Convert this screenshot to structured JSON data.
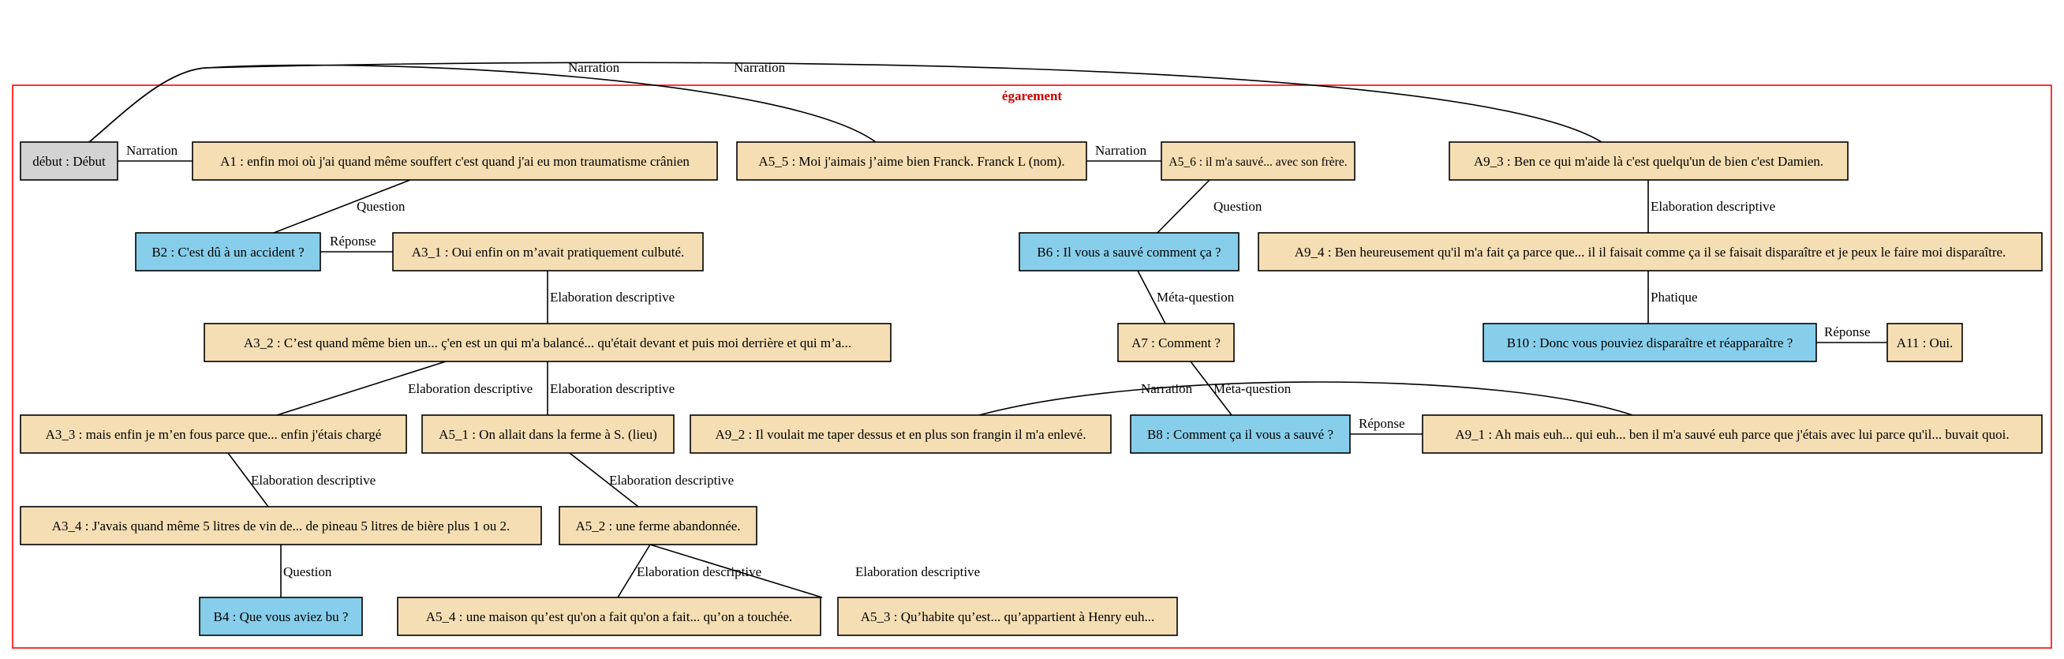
{
  "colors": {
    "speaker_a": "#f5deb3",
    "speaker_b": "#87ceeb",
    "start": "#d3d3d3",
    "cluster": "#ff0000",
    "cluster_label": "#cc0000"
  },
  "cluster": {
    "label": "égarement"
  },
  "nodes": [
    {
      "id": "debut",
      "kind": "start",
      "label": "début : Début"
    },
    {
      "id": "A1",
      "kind": "speaker_a",
      "label": "A1 : enfin moi où j'ai quand même souffert c'est quand j'ai eu mon traumatisme crânien"
    },
    {
      "id": "A5_5",
      "kind": "speaker_a",
      "label": "A5_5 : Moi j'aimais j’aime bien Franck. Franck L (nom)."
    },
    {
      "id": "A5_6",
      "kind": "speaker_a",
      "label": "A5_6 : il m'a sauvé... avec son frère."
    },
    {
      "id": "A9_3",
      "kind": "speaker_a",
      "label": "A9_3 : Ben ce qui m'aide là c'est quelqu'un de bien c'est Damien."
    },
    {
      "id": "B2",
      "kind": "speaker_b",
      "label": "B2 : C'est dû à un accident ?"
    },
    {
      "id": "A3_1",
      "kind": "speaker_a",
      "label": "A3_1 : Oui enfin on m’avait pratiquement culbuté."
    },
    {
      "id": "B6",
      "kind": "speaker_b",
      "label": "B6 : Il vous a sauvé comment ça ?"
    },
    {
      "id": "A9_4",
      "kind": "speaker_a",
      "label": "A9_4 : Ben heureusement qu'il m'a fait ça parce que... il il faisait comme ça il se faisait disparaître et je peux le faire moi disparaître."
    },
    {
      "id": "A3_2",
      "kind": "speaker_a",
      "label": "A3_2 : C’est quand même bien un...  ç'en est un qui m'a balancé... qu'était devant et puis moi derrière et qui m’a..."
    },
    {
      "id": "A7",
      "kind": "speaker_a",
      "label": "A7 : Comment ?"
    },
    {
      "id": "B10",
      "kind": "speaker_b",
      "label": "B10 : Donc vous pouviez disparaître et réapparaître ?"
    },
    {
      "id": "A11",
      "kind": "speaker_a",
      "label": "A11 : Oui."
    },
    {
      "id": "A3_3",
      "kind": "speaker_a",
      "label": "A3_3 : mais enfin je m’en fous parce que... enfin j'étais chargé"
    },
    {
      "id": "A5_1",
      "kind": "speaker_a",
      "label": "A5_1 : On allait dans la ferme à S. (lieu)"
    },
    {
      "id": "A9_2",
      "kind": "speaker_a",
      "label": "A9_2 : Il voulait me taper dessus et en plus son frangin il m'a enlevé."
    },
    {
      "id": "B8",
      "kind": "speaker_b",
      "label": "B8 : Comment ça il vous a sauvé ?"
    },
    {
      "id": "A9_1",
      "kind": "speaker_a",
      "label": "A9_1 : Ah mais euh... qui euh... ben il m'a sauvé euh parce que j'étais avec lui parce qu'il... buvait quoi."
    },
    {
      "id": "A3_4",
      "kind": "speaker_a",
      "label": "A3_4 : J'avais quand même 5 litres de vin de... de  pineau 5 litres de bière plus 1 ou 2."
    },
    {
      "id": "A5_2",
      "kind": "speaker_a",
      "label": "A5_2 : une ferme abandonnée."
    },
    {
      "id": "B4",
      "kind": "speaker_b",
      "label": "B4 : Que vous aviez bu ?"
    },
    {
      "id": "A5_4",
      "kind": "speaker_a",
      "label": "A5_4 : une maison qu’est qu'on a fait qu'on a fait... qu’on a touchée."
    },
    {
      "id": "A5_3",
      "kind": "speaker_a",
      "label": "A5_3 : Qu’habite qu’est... qu’appartient à Henry euh..."
    }
  ],
  "edges": [
    {
      "id": "e01",
      "from": "debut",
      "to": "A1",
      "label": "Narration"
    },
    {
      "id": "e02",
      "from": "debut",
      "to": "A5_5",
      "label": "Narration"
    },
    {
      "id": "e03",
      "from": "debut",
      "to": "A9_3",
      "label": "Narration"
    },
    {
      "id": "e04",
      "from": "A1",
      "to": "B2",
      "label": "Question"
    },
    {
      "id": "e05",
      "from": "B2",
      "to": "A3_1",
      "label": "Réponse"
    },
    {
      "id": "e06",
      "from": "A3_1",
      "to": "A3_2",
      "label": "Elaboration descriptive"
    },
    {
      "id": "e07",
      "from": "A3_2",
      "to": "A3_3",
      "label": "Elaboration descriptive"
    },
    {
      "id": "e08",
      "from": "A3_2",
      "to": "A5_1",
      "label": "Elaboration descriptive"
    },
    {
      "id": "e09",
      "from": "A3_3",
      "to": "A3_4",
      "label": "Elaboration descriptive"
    },
    {
      "id": "e10",
      "from": "A3_4",
      "to": "B4",
      "label": "Question"
    },
    {
      "id": "e11",
      "from": "A5_1",
      "to": "A5_2",
      "label": "Elaboration descriptive"
    },
    {
      "id": "e12",
      "from": "A5_2",
      "to": "A5_4",
      "label": "Elaboration descriptive"
    },
    {
      "id": "e13",
      "from": "A5_2",
      "to": "A5_3",
      "label": "Elaboration descriptive"
    },
    {
      "id": "e14",
      "from": "A5_5",
      "to": "A5_6",
      "label": "Narration"
    },
    {
      "id": "e15",
      "from": "A5_6",
      "to": "B6",
      "label": "Question"
    },
    {
      "id": "e16",
      "from": "B6",
      "to": "A7",
      "label": "Méta-question"
    },
    {
      "id": "e17",
      "from": "A7",
      "to": "B8",
      "label": "Méta-question"
    },
    {
      "id": "e18",
      "from": "B8",
      "to": "A9_1",
      "label": "Réponse"
    },
    {
      "id": "e19",
      "from": "A9_2",
      "to": "A9_1",
      "label": "Narration"
    },
    {
      "id": "e20",
      "from": "A9_3",
      "to": "A9_4",
      "label": "Elaboration descriptive"
    },
    {
      "id": "e21",
      "from": "A9_4",
      "to": "B10",
      "label": "Phatique"
    },
    {
      "id": "e22",
      "from": "B10",
      "to": "A11",
      "label": "Réponse"
    }
  ]
}
